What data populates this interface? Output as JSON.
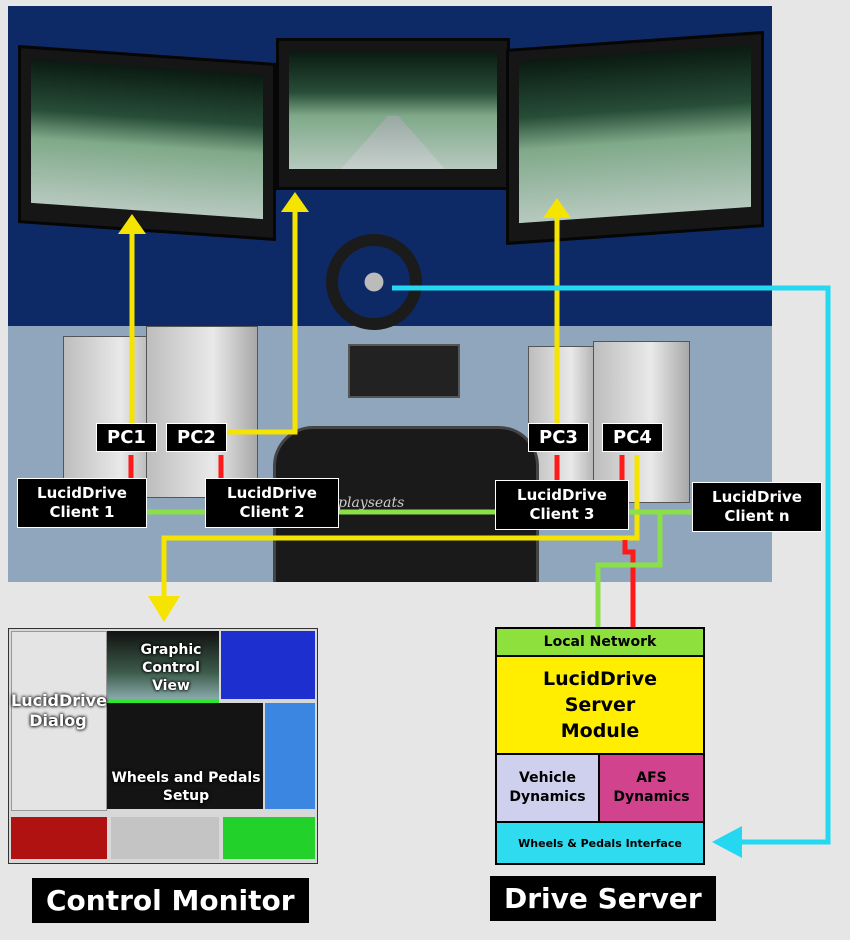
{
  "pc_labels": {
    "pc1": "PC1",
    "pc2": "PC2",
    "pc3": "PC3",
    "pc4": "PC4"
  },
  "clients": {
    "c1": [
      "LucidDrive",
      "Client 1"
    ],
    "c2": [
      "LucidDrive",
      "Client 2"
    ],
    "c3": [
      "LucidDrive",
      "Client 3"
    ],
    "cn": [
      "LucidDrive",
      "Client n"
    ]
  },
  "seat_brand": "playseats",
  "control_monitor": {
    "graphic_view": [
      "Graphic",
      "Control",
      "View"
    ],
    "dialog": [
      "LucidDrive",
      "Dialog"
    ],
    "wheels_setup": [
      "Wheels and Pedals",
      "Setup"
    ],
    "caption": "Control Monitor"
  },
  "drive_server": {
    "local_network": "Local Network",
    "server_module": [
      "LucidDrive",
      "Server",
      "Module"
    ],
    "vehicle_dynamics": [
      "Vehicle",
      "Dynamics"
    ],
    "afs_dynamics": [
      "AFS",
      "Dynamics"
    ],
    "wheels_interface": "Wheels & Pedals Interface",
    "caption": "Drive Server"
  },
  "colors": {
    "video_link": "#f5e400",
    "network_link": "#8be04a",
    "server_link": "#ff1a1a",
    "wheel_link": "#23d8f0",
    "local_network_bg": "#8ee03c",
    "server_module_bg": "#ffee00",
    "vehicle_bg": "#cfcfee",
    "afs_bg": "#d2438e",
    "interface_bg": "#2fdcef"
  },
  "icons": [
    "arrow-up-icon",
    "arrow-down-icon",
    "arrow-left-icon",
    "steering-wheel-icon",
    "pc-tower-icon"
  ]
}
